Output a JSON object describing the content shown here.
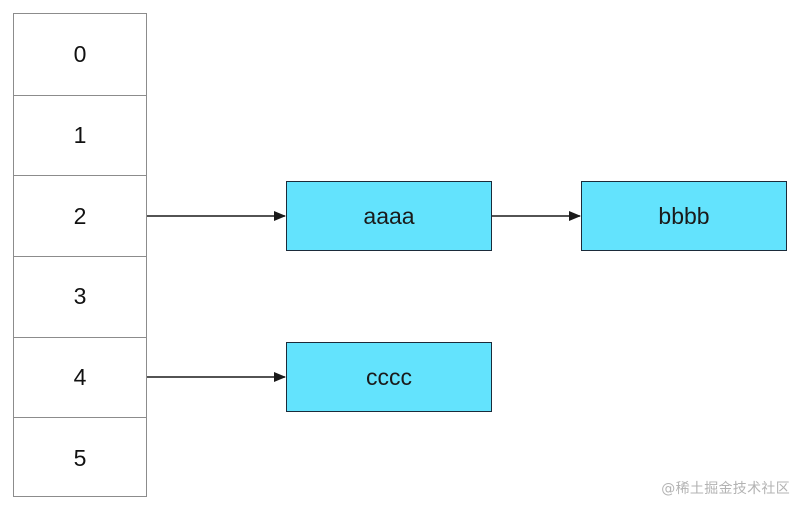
{
  "array": {
    "cells": [
      {
        "label": "0"
      },
      {
        "label": "1"
      },
      {
        "label": "2"
      },
      {
        "label": "3"
      },
      {
        "label": "4"
      },
      {
        "label": "5"
      }
    ]
  },
  "nodes": {
    "aaaa": {
      "label": "aaaa"
    },
    "bbbb": {
      "label": "bbbb"
    },
    "cccc": {
      "label": "cccc"
    }
  },
  "links": [
    {
      "from": "array index 2",
      "to": "aaaa"
    },
    {
      "from": "aaaa",
      "to": "bbbb"
    },
    {
      "from": "array index 4",
      "to": "cccc"
    }
  ],
  "colors": {
    "node_fill": "#63e3fd",
    "node_border": "#1b2b3a",
    "array_border": "#8c8c8c",
    "arrow": "#1a1a1a"
  },
  "watermark": {
    "text": "@稀土掘金技术社区"
  }
}
